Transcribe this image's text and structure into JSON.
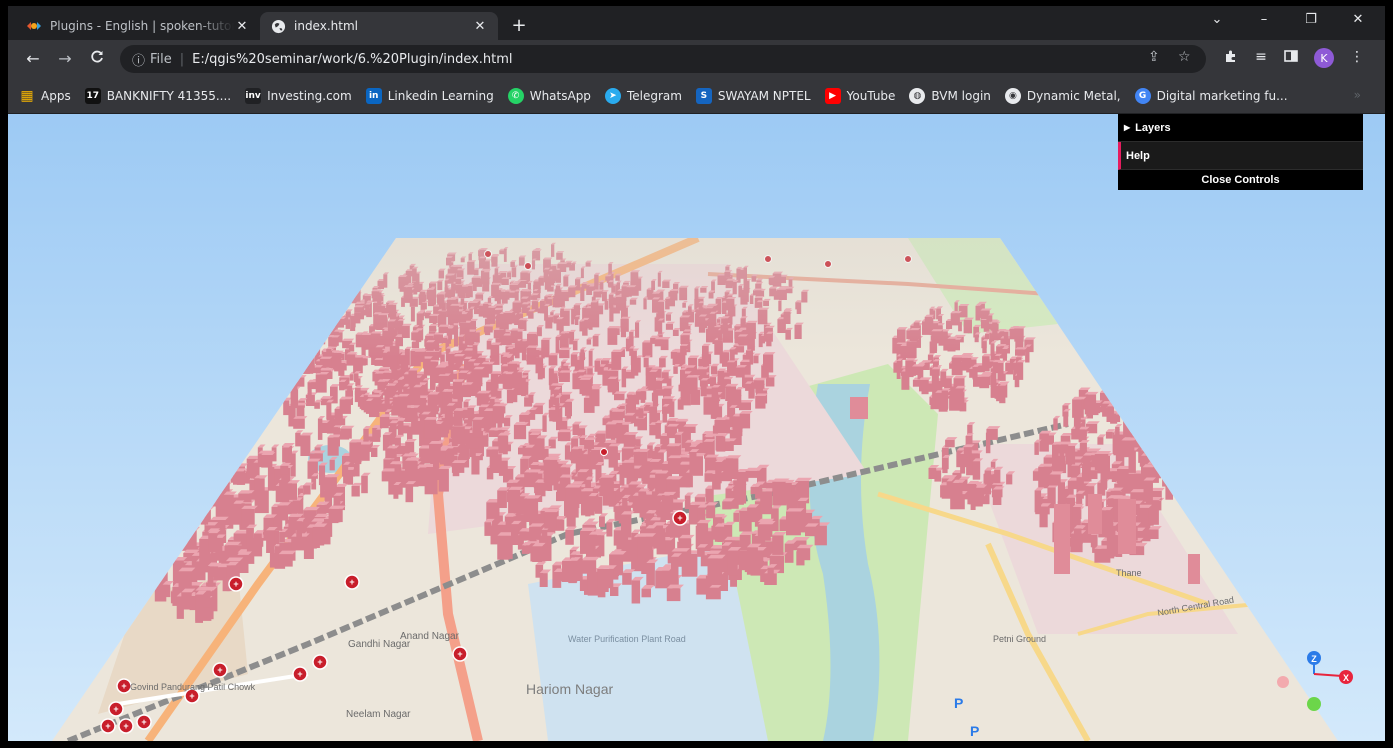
{
  "browser": {
    "tabs": [
      {
        "title": "Plugins - English | spoken-tutorial",
        "favicon": "spoken-tutorial-icon",
        "active": false
      },
      {
        "title": "index.html",
        "favicon": "globe-icon",
        "active": true
      }
    ],
    "new_tab": "+",
    "window_controls": {
      "dropdown": "⌄",
      "minimize": "–",
      "restore": "❐",
      "close": "✕"
    },
    "url": {
      "scheme": "File",
      "path": "E:/qgis%20seminar/work/6.%20Plugin/index.html"
    },
    "profile_initial": "K"
  },
  "bookmarks": [
    {
      "label": "Apps",
      "icon": "apps-grid-icon",
      "color": "#f4b400"
    },
    {
      "label": "BANKNIFTY 41355....",
      "icon": "tradingview-icon",
      "color": "#111111"
    },
    {
      "label": "Investing.com",
      "icon": "investing-icon",
      "color": "#202124"
    },
    {
      "label": "Linkedin Learning",
      "icon": "linkedin-icon",
      "color": "#0a66c2"
    },
    {
      "label": "WhatsApp",
      "icon": "whatsapp-icon",
      "color": "#25d366"
    },
    {
      "label": "Telegram",
      "icon": "telegram-icon",
      "color": "#2aabee"
    },
    {
      "label": "SWAYAM NPTEL",
      "icon": "swayam-icon",
      "color": "#1565c0"
    },
    {
      "label": "YouTube",
      "icon": "youtube-icon",
      "color": "#ff0000"
    },
    {
      "label": "BVM login",
      "icon": "bvm-icon",
      "color": "#e8eaed"
    },
    {
      "label": "Dynamic Metal,",
      "icon": "globe-icon",
      "color": "#e8eaed"
    },
    {
      "label": "Digital marketing fu...",
      "icon": "google-icon",
      "color": "#4285f4"
    }
  ],
  "bookmarks_overflow": "»",
  "controls": {
    "layers": "Layers",
    "help": "Help",
    "close": "Close Controls"
  },
  "map_labels": [
    {
      "text": "Anand Nagar"
    },
    {
      "text": "Gandhi Nagar"
    },
    {
      "text": "Water Purification Plant Road"
    },
    {
      "text": "Hariom Nagar"
    },
    {
      "text": "Neelam Nagar"
    },
    {
      "text": "Govind Pandurang Patil Chowk"
    },
    {
      "text": "Petni Ground"
    },
    {
      "text": "North Central Road"
    },
    {
      "text": "Thane"
    }
  ],
  "axis_helper": {
    "x": "X",
    "z": "Z",
    "x_color": "#e8253d",
    "z_color": "#2b7be8",
    "y_color": "#6cd64a"
  }
}
